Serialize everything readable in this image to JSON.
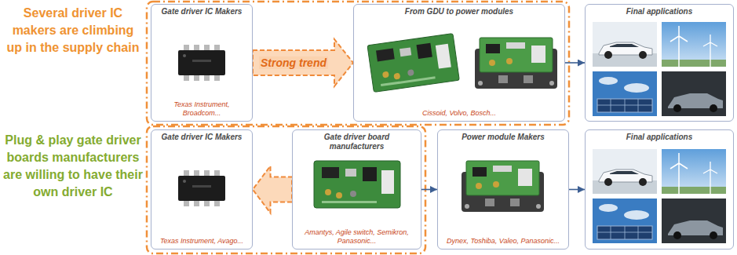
{
  "diagram": {
    "nodes": [
      {
        "text": [
          "Gate driver IC Makers",
          "Texas Instrument, Broadcom..."
        ]
      },
      {
        "text": [
          "From GDU to power modules",
          "Cissoid, Volvo, Bosch..."
        ]
      },
      {
        "text": [
          "Final applications"
        ]
      },
      {
        "text": [
          "Gate driver IC Makers",
          "Texas Instrument, Avago..."
        ]
      },
      {
        "text": [
          "Gate driver board manufacturers",
          "Amantys, Agile switch, Semikron, Panasonic..."
        ]
      },
      {
        "text": [
          "Power module Makers",
          "Dynex, Toshiba, Valeo, Panasonic..."
        ]
      },
      {
        "text": [
          "Final applications"
        ]
      }
    ],
    "edges": [
      {
        "from": 0,
        "to": 1,
        "arrow": "to",
        "label": "Strong trend"
      },
      {
        "from": 1,
        "to": 2,
        "arrow": "to"
      },
      {
        "from": 4,
        "to": 3,
        "arrow": "to"
      },
      {
        "from": 4,
        "to": 5,
        "arrow": "to"
      },
      {
        "from": 5,
        "to": 6,
        "arrow": "to"
      }
    ],
    "labels": [
      "Several driver IC makers are climbing up in the supply chain",
      "Plug & play gate driver boards manufacturers are willing to have their own driver IC"
    ]
  }
}
